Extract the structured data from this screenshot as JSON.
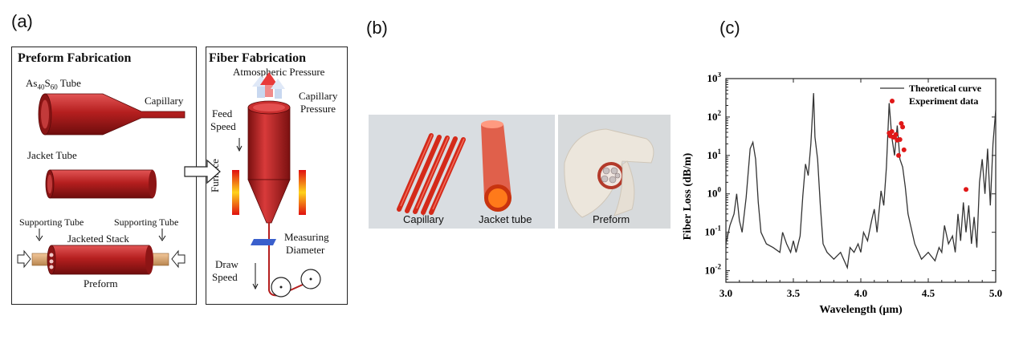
{
  "panel_a": {
    "label": "(a)",
    "preform_section": {
      "title": "Preform Fabrication",
      "tube_label_main": "As",
      "tube_label_sub1": "40",
      "tube_label_mid": "S",
      "tube_label_sub2": "60",
      "tube_label_end": " Tube",
      "capillary": "Capillary",
      "jacket_tube": "Jacket Tube",
      "supporting_tube_left": "Supporting Tube",
      "supporting_tube_right": "Supporting Tube",
      "jacketed_stack": "Jacketed Stack",
      "preform": "Preform"
    },
    "fiber_section": {
      "title": "Fiber Fabrication",
      "atmospheric_pressure": "Atmospheric Pressure",
      "capillary_pressure_1": "Capillary",
      "capillary_pressure_2": "Pressure",
      "feed_speed_1": "Feed",
      "feed_speed_2": "Speed",
      "furnace": "Furnace",
      "measuring_1": "Measuring",
      "measuring_2": "Diameter",
      "draw_speed_1": "Draw",
      "draw_speed_2": "Speed"
    }
  },
  "panel_b": {
    "label": "(b)",
    "captions": [
      "Capillary",
      "Jacket tube",
      "Preform"
    ]
  },
  "panel_c": {
    "label": "(c)",
    "chart_data": {
      "type": "line",
      "xlabel": "Wavelength (µm)",
      "ylabel": "Fiber Loss (dB/m)",
      "xlim": [
        3.0,
        5.0
      ],
      "ylim": [
        0.005,
        1000
      ],
      "yscale": "log",
      "xticks": [
        "3.0",
        "3.5",
        "4.0",
        "4.5",
        "5.0"
      ],
      "yticks": [
        {
          "base": "10",
          "exp": "3",
          "value": 1000
        },
        {
          "base": "10",
          "exp": "2",
          "value": 100
        },
        {
          "base": "10",
          "exp": "1",
          "value": 10
        },
        {
          "base": "10",
          "exp": "0",
          "value": 1
        },
        {
          "base": "10",
          "exp": "-1",
          "value": 0.1
        },
        {
          "base": "10",
          "exp": "-2",
          "value": 0.01
        }
      ],
      "legend_position": "top-right",
      "series": [
        {
          "name": "Theoretical curve",
          "color": "#333333",
          "kind": "line",
          "x": [
            3.0,
            3.03,
            3.06,
            3.08,
            3.1,
            3.12,
            3.15,
            3.18,
            3.2,
            3.22,
            3.24,
            3.26,
            3.3,
            3.35,
            3.4,
            3.42,
            3.45,
            3.48,
            3.5,
            3.52,
            3.55,
            3.57,
            3.59,
            3.61,
            3.63,
            3.65,
            3.66,
            3.68,
            3.7,
            3.72,
            3.75,
            3.8,
            3.85,
            3.9,
            3.92,
            3.95,
            3.98,
            4.0,
            4.02,
            4.05,
            4.08,
            4.1,
            4.12,
            4.15,
            4.17,
            4.19,
            4.21,
            4.23,
            4.25,
            4.27,
            4.29,
            4.31,
            4.33,
            4.35,
            4.4,
            4.45,
            4.5,
            4.55,
            4.58,
            4.6,
            4.62,
            4.65,
            4.68,
            4.7,
            4.72,
            4.74,
            4.76,
            4.78,
            4.8,
            4.82,
            4.84,
            4.86,
            4.88,
            4.9,
            4.92,
            4.94,
            4.96,
            4.98,
            5.0
          ],
          "y": [
            0.05,
            0.15,
            0.3,
            1.0,
            0.2,
            0.1,
            0.8,
            15,
            22,
            8,
            0.6,
            0.1,
            0.05,
            0.04,
            0.03,
            0.1,
            0.05,
            0.03,
            0.06,
            0.03,
            0.08,
            0.9,
            6,
            3,
            20,
            420,
            30,
            8,
            0.5,
            0.05,
            0.03,
            0.02,
            0.03,
            0.012,
            0.04,
            0.03,
            0.05,
            0.03,
            0.1,
            0.06,
            0.2,
            0.4,
            0.1,
            1.2,
            0.5,
            5,
            230,
            30,
            10,
            60,
            8,
            5,
            1.5,
            0.3,
            0.05,
            0.02,
            0.03,
            0.018,
            0.04,
            0.03,
            0.15,
            0.05,
            0.08,
            0.03,
            0.3,
            0.06,
            0.6,
            0.1,
            0.5,
            0.05,
            0.25,
            0.04,
            2.0,
            8,
            1.0,
            15,
            0.5,
            20,
            150
          ]
        },
        {
          "name": "Experiment data",
          "color": "#e01818",
          "kind": "scatter",
          "x": [
            4.21,
            4.22,
            4.23,
            4.24,
            4.25,
            4.26,
            4.27,
            4.28,
            4.29,
            4.3,
            4.31,
            4.32,
            4.78
          ],
          "y": [
            38,
            32,
            42,
            30,
            30,
            35,
            25,
            10,
            26,
            68,
            55,
            14,
            1.3
          ]
        }
      ]
    }
  }
}
